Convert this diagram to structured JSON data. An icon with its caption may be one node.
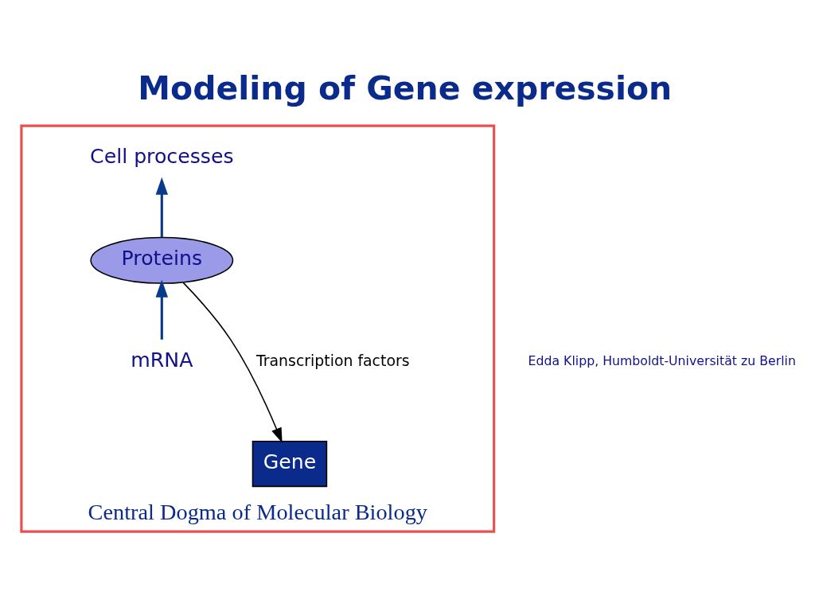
{
  "diagram": {
    "title": "Modeling of Gene expression",
    "nodes": [
      {
        "text": [
          "Central Dogma of Molecular Biology"
        ]
      },
      {
        "text": [
          "Gene"
        ],
        "in": 0
      },
      {
        "text": [
          "mRNA"
        ],
        "in": 0
      },
      {
        "text": [
          "Proteins"
        ],
        "in": 0
      },
      {
        "text": [
          "Cell processes"
        ],
        "in": 0
      }
    ],
    "edges": [
      {
        "from": 2,
        "to": 3,
        "arrow": "to"
      },
      {
        "from": 3,
        "to": 4,
        "arrow": "to"
      },
      {
        "from": 3,
        "to": 1,
        "arrow": "to",
        "label": "Transcription factors",
        "color": "#000000"
      }
    ],
    "labels": [
      "Edda Klipp, Humboldt-Universität zu Berlin"
    ]
  }
}
